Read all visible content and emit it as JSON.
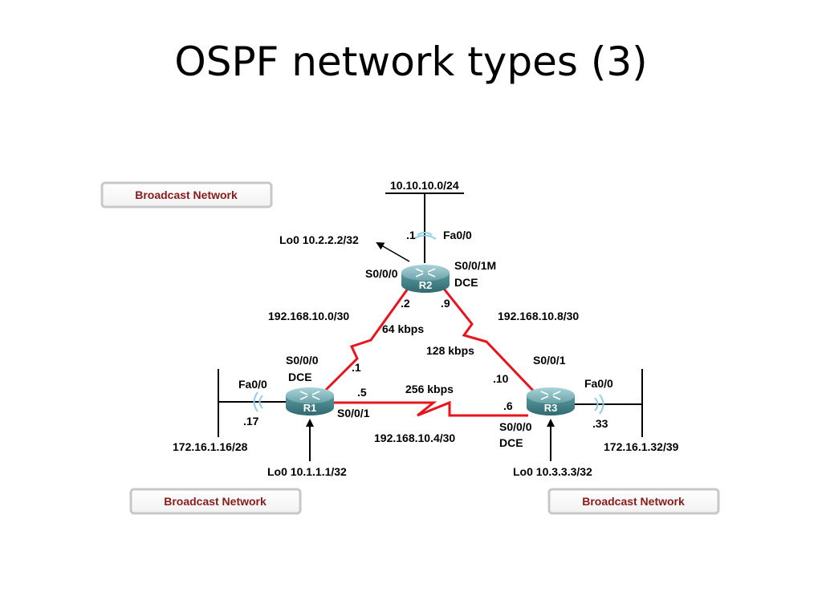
{
  "slide": {
    "title": "OSPF network types (3)"
  },
  "broadcast_boxes": [
    {
      "label": "Broadcast Network"
    },
    {
      "label": "Broadcast Network"
    },
    {
      "label": "Broadcast Network"
    }
  ],
  "routers": {
    "r1": {
      "name": "R1"
    },
    "r2": {
      "name": "R2"
    },
    "r3": {
      "name": "R3"
    }
  },
  "r2": {
    "lan": "10.10.10.0/24",
    "fa_ip": ".1",
    "fa_iface": "Fa0/0",
    "loopback": "Lo0 10.2.2.2/32",
    "s000": "S0/0/0",
    "s001": "S0/0/1M",
    "dce": "DCE",
    "ip_to_r1": ".2",
    "ip_to_r3": ".9"
  },
  "r1": {
    "s000": "S0/0/0",
    "dce": "DCE",
    "ip_to_r2": ".1",
    "fa_iface": "Fa0/0",
    "fa_ip": ".17",
    "ip_to_r3": ".5",
    "s001": "S0/0/1",
    "lan": "172.16.1.16/28",
    "loopback": "Lo0 10.1.1.1/32"
  },
  "r3": {
    "s001": "S0/0/1",
    "ip_to_r2": ".10",
    "fa_iface": "Fa0/0",
    "ip_to_r1": ".6",
    "s000": "S0/0/0",
    "dce": "DCE",
    "fa_ip": ".33",
    "lan": "172.16.1.32/39",
    "loopback": "Lo0 10.3.3.3/32"
  },
  "links": {
    "r1_r2": {
      "network": "192.168.10.0/30",
      "speed": "64 kbps"
    },
    "r2_r3": {
      "network": "192.168.10.8/30",
      "speed": "128 kbps"
    },
    "r1_r3": {
      "network": "192.168.10.4/30",
      "speed": "256 kbps"
    }
  },
  "colors": {
    "serial_link": "#e8141b",
    "box_text": "#8b1a1a",
    "router_body": "#3f7f86",
    "router_top": "#7fb3b8",
    "wifi": "#8fd0e8"
  }
}
